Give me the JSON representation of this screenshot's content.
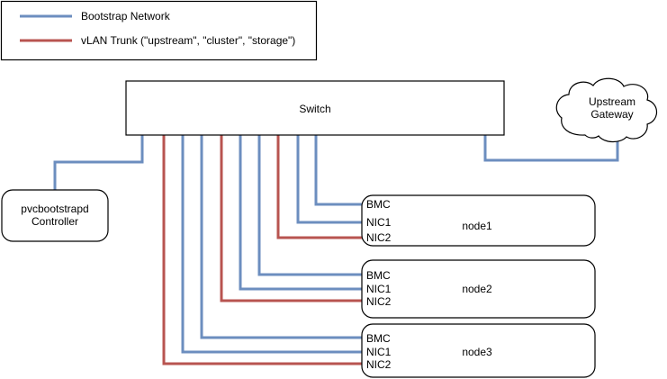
{
  "legend": {
    "items": [
      {
        "label": "Bootstrap Network",
        "color": "#6C8EBF",
        "key": "bootstrap"
      },
      {
        "label": "vLAN Trunk (\"upstream\", \"cluster\", \"storage\")",
        "color": "#B85450",
        "key": "vlan-trunk"
      }
    ]
  },
  "nodes": {
    "switch": {
      "label": "Switch"
    },
    "controller": {
      "line1": "pvcbootstrapd",
      "line2": "Controller"
    },
    "gateway": {
      "line1": "Upstream",
      "line2": "Gateway"
    },
    "node1": {
      "title": "node1",
      "ports": [
        "BMC",
        "NIC1",
        "NIC2"
      ]
    },
    "node2": {
      "title": "node2",
      "ports": [
        "BMC",
        "NIC1",
        "NIC2"
      ]
    },
    "node3": {
      "title": "node3",
      "ports": [
        "BMC",
        "NIC1",
        "NIC2"
      ]
    }
  },
  "colors": {
    "bootstrap_network": "#6C8EBF",
    "vlan_trunk": "#B85450",
    "shape_stroke": "#000000",
    "shape_fill": "#ffffff",
    "background": "#ffffff"
  },
  "connections": [
    {
      "from": "switch",
      "to": "controller",
      "type": "bootstrap"
    },
    {
      "from": "switch",
      "to": "gateway",
      "type": "bootstrap"
    },
    {
      "from": "switch",
      "to": "node1.BMC",
      "type": "bootstrap"
    },
    {
      "from": "switch",
      "to": "node1.NIC1",
      "type": "bootstrap"
    },
    {
      "from": "switch",
      "to": "node1.NIC2",
      "type": "vlan-trunk"
    },
    {
      "from": "switch",
      "to": "node2.BMC",
      "type": "bootstrap"
    },
    {
      "from": "switch",
      "to": "node2.NIC1",
      "type": "bootstrap"
    },
    {
      "from": "switch",
      "to": "node2.NIC2",
      "type": "vlan-trunk"
    },
    {
      "from": "switch",
      "to": "node3.BMC",
      "type": "bootstrap"
    },
    {
      "from": "switch",
      "to": "node3.NIC1",
      "type": "bootstrap"
    },
    {
      "from": "switch",
      "to": "node3.NIC2",
      "type": "vlan-trunk"
    }
  ]
}
